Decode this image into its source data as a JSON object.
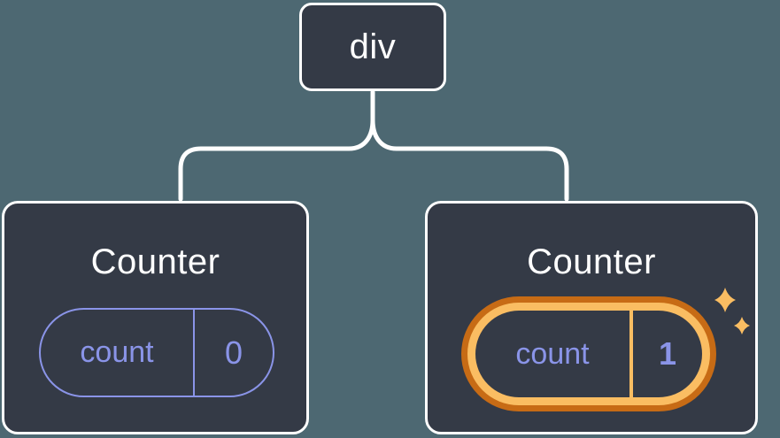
{
  "diagram": {
    "description": "React render tree: a div root with two Counter components, the second Counter's count state was just updated",
    "root_node": {
      "label": "div"
    },
    "nodes": [
      {
        "title": "Counter",
        "state_pill": {
          "label": "count",
          "value": "0",
          "highlighted": false
        }
      },
      {
        "title": "Counter",
        "state_pill": {
          "label": "count",
          "value": "1",
          "highlighted": true
        },
        "icon": "sparkles-icon"
      }
    ],
    "colors": {
      "background": "#4d6872",
      "node_background": "#343a46",
      "node_border": "#ffffff",
      "connector": "#ffffff",
      "state_accent": "#8a94e8",
      "highlight_outer": "#c76b15",
      "highlight_inner": "#fabd62"
    }
  }
}
